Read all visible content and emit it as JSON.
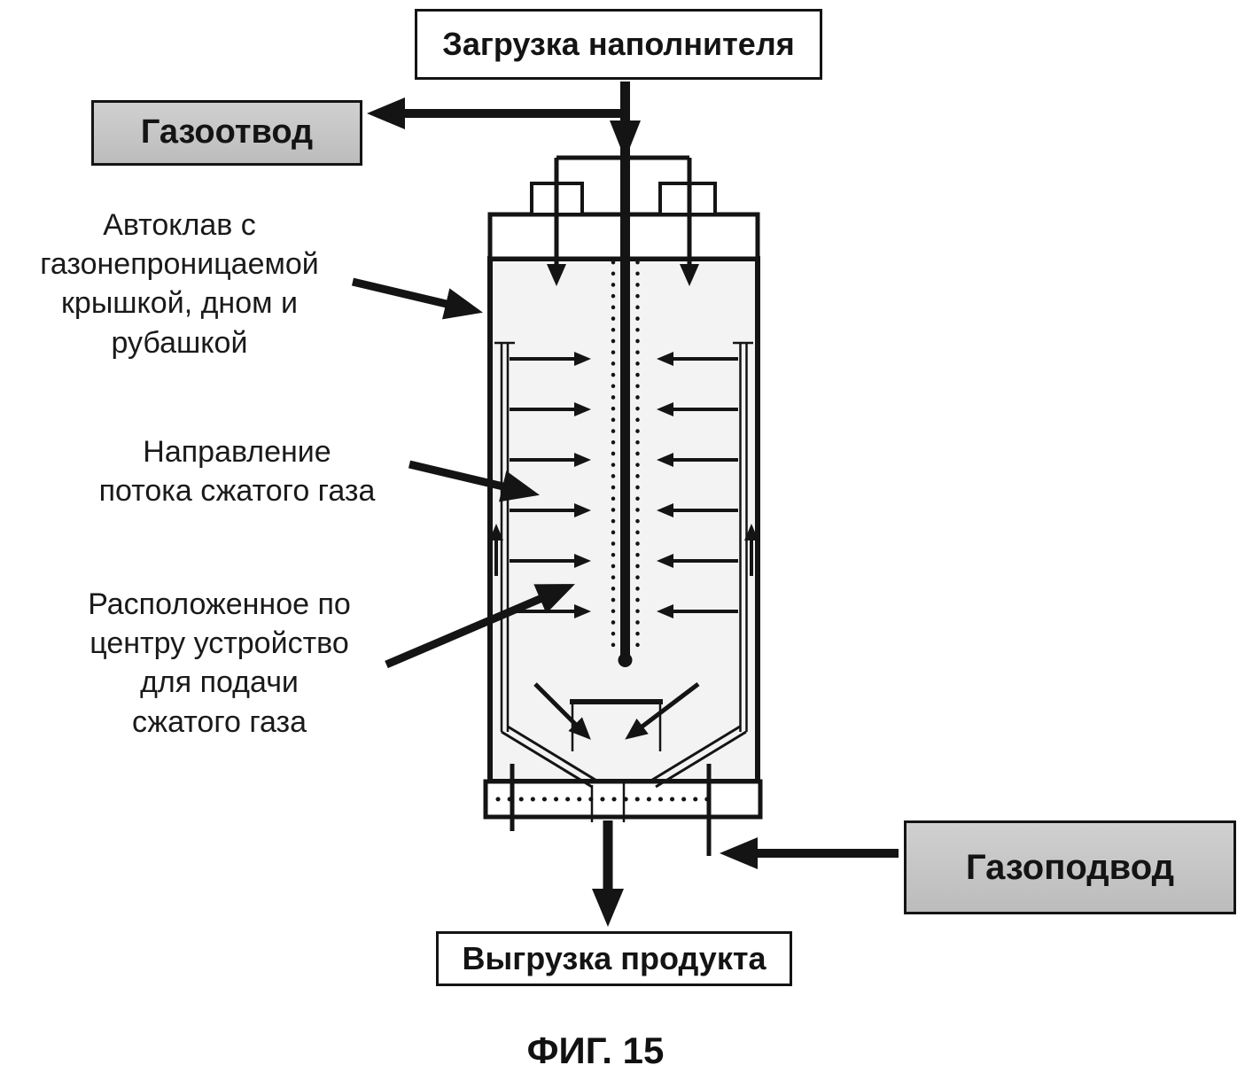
{
  "caption": "ФИГ. 15",
  "labels": {
    "load_filler": "Загрузка наполнителя",
    "gas_outlet": "Газоотвод",
    "autoclave": "Автоклав с\nгазонепроницаемой\nкрышкой, дном и\nрубашкой",
    "flow_direction": "Направление\nпотока сжатого газа",
    "central_device": "Расположенное по\nцентру устройство\nдля подачи\nсжатого газа",
    "gas_inlet": "Газоподвод",
    "product_discharge": "Выгрузка продукта"
  },
  "colors": {
    "line": "#141414",
    "box_gray": "#c6c6c6",
    "box_white": "#ffffff",
    "vessel_fill": "#f3f3f3"
  }
}
